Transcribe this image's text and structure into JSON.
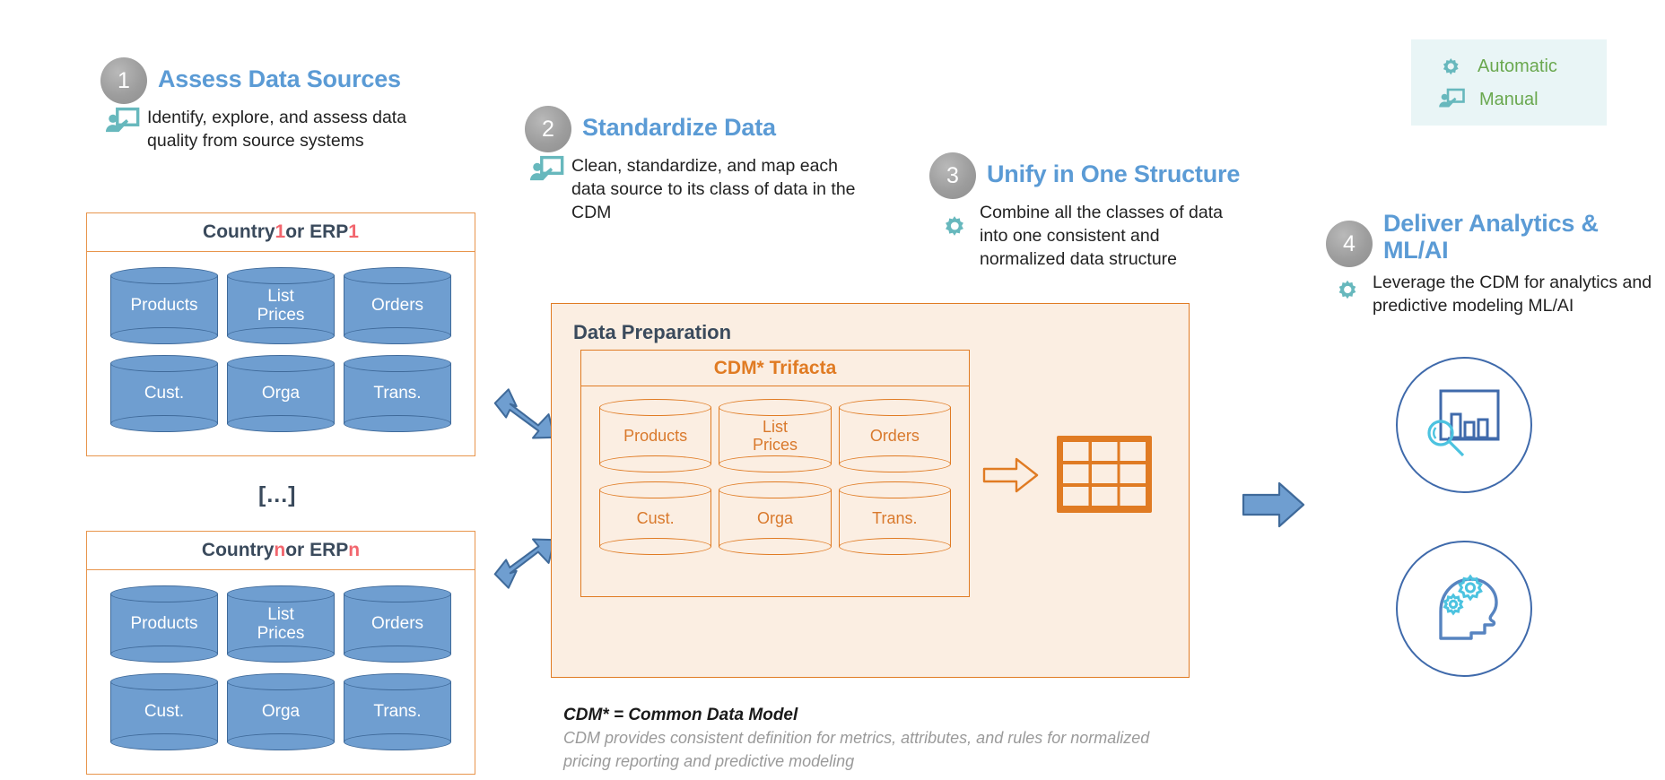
{
  "legend": {
    "items": [
      {
        "label": "Automatic",
        "icon": "gear-icon"
      },
      {
        "label": "Manual",
        "icon": "presenter-board-icon"
      }
    ],
    "bg_color": "#e9f5f6",
    "text_color": "#6aa84f"
  },
  "steps": [
    {
      "number": "1",
      "title": "Assess Data Sources",
      "description": "Identify, explore, and assess data quality from source systems",
      "icon": "presenter-board-icon",
      "icon_kind": "manual"
    },
    {
      "number": "2",
      "title": "Standardize Data",
      "description": "Clean, standardize, and map each data source to its class of data in the CDM",
      "icon": "presenter-board-icon",
      "icon_kind": "manual"
    },
    {
      "number": "3",
      "title": "Unify in One Structure",
      "description": "Combine all the classes of data into one consistent and normalized data structure",
      "icon": "gear-icon",
      "icon_kind": "automatic"
    },
    {
      "number": "4",
      "title": "Deliver Analytics & ML/AI",
      "description": "Leverage the CDM for analytics and predictive modeling ML/AI",
      "icon": "gear-icon",
      "icon_kind": "automatic"
    }
  ],
  "sources": [
    {
      "title_prefix": "Country ",
      "title_index": "1",
      "title_mid": " or ERP ",
      "title_index2": "1",
      "cylinders": [
        "Products",
        "List\nPrices",
        "Orders",
        "Cust.",
        "Orga",
        "Trans."
      ]
    },
    {
      "title_prefix": "Country ",
      "title_index": "n",
      "title_mid": " or ERP ",
      "title_index2": "n",
      "cylinders": [
        "Products",
        "List\nPrices",
        "Orders",
        "Cust.",
        "Orga",
        "Trans."
      ]
    }
  ],
  "ellipsis": "[...]",
  "preparation": {
    "title": "Data Preparation",
    "cdm_title": "CDM* Trifacta",
    "cylinders": [
      "Products",
      "List\nPrices",
      "Orders",
      "Cust.",
      "Orga",
      "Trans."
    ],
    "output_icon": "table-grid-icon",
    "inner_arrow": "arrow-right-outline-icon"
  },
  "footnote": {
    "line1": "CDM* = Common Data Model",
    "line2": "CDM provides consistent definition for metrics, attributes, and rules for normalized pricing reporting and predictive modeling"
  },
  "outputs": [
    {
      "icon": "analytics-chart-magnifier-icon"
    },
    {
      "icon": "head-gears-ml-ai-icon"
    }
  ],
  "arrows": [
    {
      "name": "arrow-source1-to-prep",
      "direction": "down-right"
    },
    {
      "name": "arrow-sourcen-to-prep",
      "direction": "up-right"
    },
    {
      "name": "arrow-prep-to-outputs",
      "direction": "right"
    }
  ],
  "colors": {
    "step_title": "#5b9bd5",
    "orange_border": "#e07b23",
    "source_border": "#e8954c",
    "cylinder_blue": "#6f9ed0",
    "cylinder_stroke": "#3f6a9a",
    "prep_bg": "#fbeee2",
    "accent_teal": "#67b8bd",
    "red_index": "#f2666e",
    "dark_text": "#3a4a5c",
    "arrow_blue": "#6f9ed0"
  }
}
